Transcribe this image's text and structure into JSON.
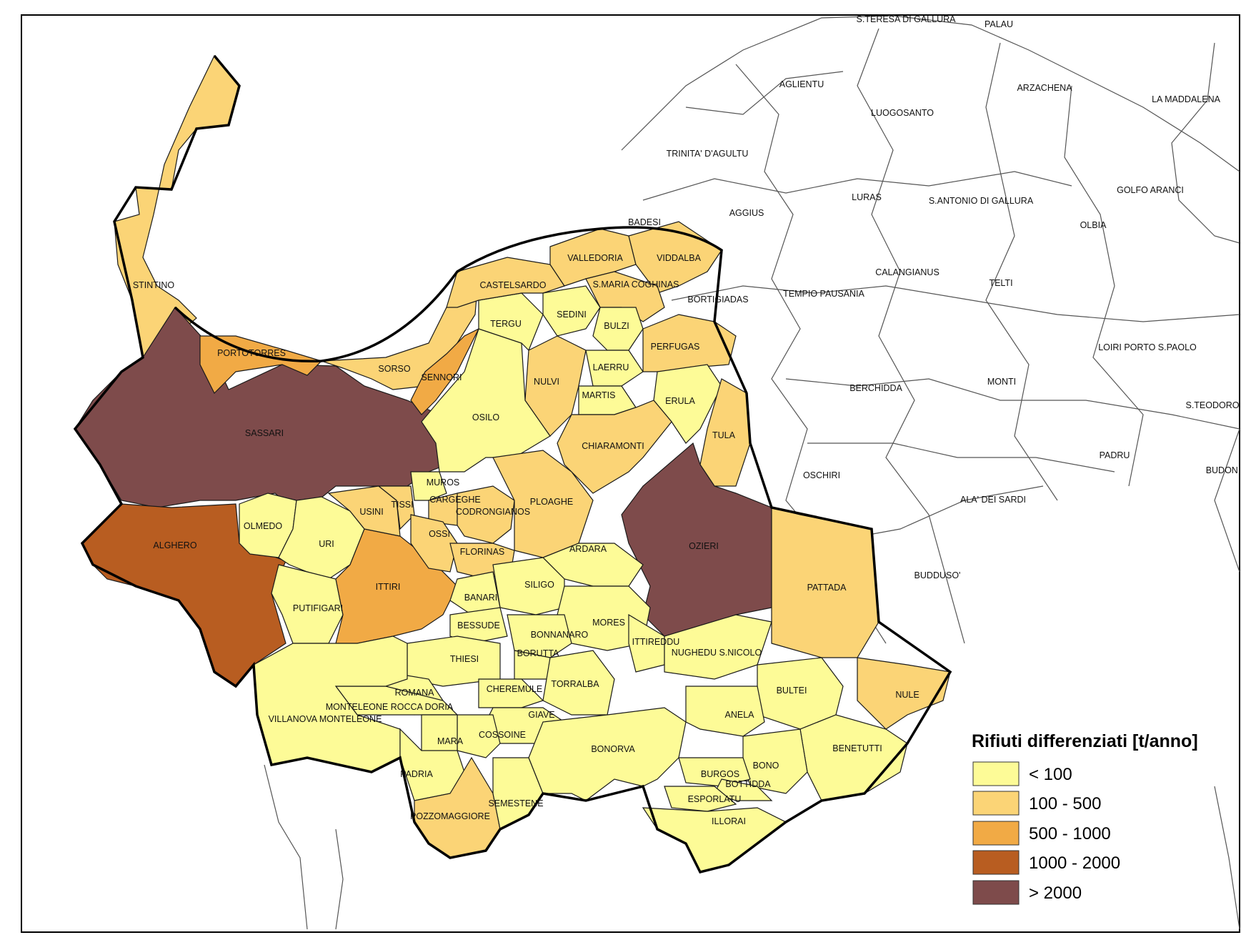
{
  "legend": {
    "title": "Rifiuti differenziati [t/anno]",
    "classes": [
      {
        "label": "< 100",
        "color": "#fdfb97"
      },
      {
        "label": "100 - 500",
        "color": "#fbd476"
      },
      {
        "label": "500 - 1000",
        "color": "#f1aa45"
      },
      {
        "label": "1000 - 2000",
        "color": "#b85d21"
      },
      {
        "label": "> 2000",
        "color": "#7e4b4b"
      }
    ]
  },
  "municipalities": [
    {
      "id": "stintino",
      "name": "STINTINO",
      "class": 1
    },
    {
      "id": "sassari",
      "name": "SASSARI",
      "class": 4
    },
    {
      "id": "portotorres",
      "name": "PORTOTORRES",
      "class": 2
    },
    {
      "id": "sorso",
      "name": "SORSO",
      "class": 1
    },
    {
      "id": "sennori",
      "name": "SENNORI",
      "class": 2
    },
    {
      "id": "alghero",
      "name": "ALGHERO",
      "class": 3
    },
    {
      "id": "olmedo",
      "name": "OLMEDO",
      "class": 0
    },
    {
      "id": "uri",
      "name": "URI",
      "class": 0
    },
    {
      "id": "putifigari",
      "name": "PUTIFIGARI",
      "class": 0
    },
    {
      "id": "ittiri",
      "name": "ITTIRI",
      "class": 2
    },
    {
      "id": "usini",
      "name": "USINI",
      "class": 1
    },
    {
      "id": "tissi",
      "name": "TISSI",
      "class": 1
    },
    {
      "id": "muros",
      "name": "MUROS",
      "class": 0
    },
    {
      "id": "cargeghe",
      "name": "CARGEGHE",
      "class": 1
    },
    {
      "id": "ossi",
      "name": "OSSI",
      "class": 1
    },
    {
      "id": "codrongianos",
      "name": "CODRONGIANOS",
      "class": 1
    },
    {
      "id": "florinas",
      "name": "FLORINAS",
      "class": 1
    },
    {
      "id": "osilo",
      "name": "OSILO",
      "class": 0
    },
    {
      "id": "tergu",
      "name": "TERGU",
      "class": 0
    },
    {
      "id": "castelsardo",
      "name": "CASTELSARDO",
      "class": 1
    },
    {
      "id": "valledoria",
      "name": "VALLEDORIA",
      "class": 1
    },
    {
      "id": "viddalba",
      "name": "VIDDALBA",
      "class": 1
    },
    {
      "id": "smaria",
      "name": "S.MARIA COGHINAS",
      "class": 1
    },
    {
      "id": "sedini",
      "name": "SEDINI",
      "class": 0
    },
    {
      "id": "bulzi",
      "name": "BULZI",
      "class": 0
    },
    {
      "id": "nulvi",
      "name": "NULVI",
      "class": 1
    },
    {
      "id": "laerru",
      "name": "LAERRU",
      "class": 0
    },
    {
      "id": "martis",
      "name": "MARTIS",
      "class": 0
    },
    {
      "id": "perfugas",
      "name": "PERFUGAS",
      "class": 1
    },
    {
      "id": "erula",
      "name": "ERULA",
      "class": 0
    },
    {
      "id": "chiaramonti",
      "name": "CHIARAMONTI",
      "class": 1
    },
    {
      "id": "tula",
      "name": "TULA",
      "class": 1
    },
    {
      "id": "ploaghe",
      "name": "PLOAGHE",
      "class": 1
    },
    {
      "id": "ozieri",
      "name": "OZIERI",
      "class": 4
    },
    {
      "id": "pattada",
      "name": "PATTADA",
      "class": 1
    },
    {
      "id": "ardara",
      "name": "ARDARA",
      "class": 0
    },
    {
      "id": "siligo",
      "name": "SILIGO",
      "class": 0
    },
    {
      "id": "banari",
      "name": "BANARI",
      "class": 0
    },
    {
      "id": "bessude",
      "name": "BESSUDE",
      "class": 0
    },
    {
      "id": "mores",
      "name": "MORES",
      "class": 0
    },
    {
      "id": "ittireddu",
      "name": "ITTIREDDU",
      "class": 0
    },
    {
      "id": "nughedu",
      "name": "NUGHEDU S.NICOLO",
      "class": 0
    },
    {
      "id": "bonnanaro",
      "name": "BONNANARO",
      "class": 0
    },
    {
      "id": "thiesi",
      "name": "THIESI",
      "class": 0
    },
    {
      "id": "borutta",
      "name": "BORUTTA",
      "class": 0
    },
    {
      "id": "cheremule",
      "name": "CHEREMULE",
      "class": 0
    },
    {
      "id": "torralba",
      "name": "TORRALBA",
      "class": 0
    },
    {
      "id": "romana",
      "name": "ROMANA",
      "class": 0
    },
    {
      "id": "monteleone",
      "name": "MONTELEONE ROCCA DORIA",
      "class": 0
    },
    {
      "id": "villanova",
      "name": "VILLANOVA MONTELEONE",
      "class": 0
    },
    {
      "id": "giave",
      "name": "GIAVE",
      "class": 0
    },
    {
      "id": "cossoine",
      "name": "COSSOINE",
      "class": 0
    },
    {
      "id": "mara",
      "name": "MARA",
      "class": 0
    },
    {
      "id": "padria",
      "name": "PADRIA",
      "class": 0
    },
    {
      "id": "pozzomaggiore",
      "name": "POZZOMAGGIORE",
      "class": 1
    },
    {
      "id": "semestene",
      "name": "SEMESTENE",
      "class": 0
    },
    {
      "id": "bonorva",
      "name": "BONORVA",
      "class": 0
    },
    {
      "id": "bultei",
      "name": "BULTEI",
      "class": 0
    },
    {
      "id": "nule",
      "name": "NULE",
      "class": 1
    },
    {
      "id": "anela",
      "name": "ANELA",
      "class": 0
    },
    {
      "id": "benetutti",
      "name": "BENETUTTI",
      "class": 0
    },
    {
      "id": "bono",
      "name": "BONO",
      "class": 0
    },
    {
      "id": "burgos",
      "name": "BURGOS",
      "class": 0
    },
    {
      "id": "bottidda",
      "name": "BOTTIDDA",
      "class": 0
    },
    {
      "id": "esporlatu",
      "name": "ESPORLATU",
      "class": 0
    },
    {
      "id": "illorai",
      "name": "ILLORAI",
      "class": 0
    }
  ],
  "outside_labels": {
    "steresa": "S.TERESA DI GALLURA",
    "palau": "PALAU",
    "aglientu": "AGLIENTU",
    "arzachena": "ARZACHENA",
    "lamaddalena": "LA MADDALENA",
    "luogosanto": "LUOGOSANTO",
    "trinita": "TRINITA' D'AGULTU",
    "golfoaranci": "GOLFO ARANCI",
    "luras": "LURAS",
    "santantonio": "S.ANTONIO DI GALLURA",
    "aggius": "AGGIUS",
    "badesi": "BADESI",
    "olbia": "OLBIA",
    "calangianus": "CALANGIANUS",
    "telti": "TELTI",
    "bortigiadas": "BORTIGIADAS",
    "tempio": "TEMPIO PAUSANIA",
    "loiri": "LOIRI PORTO S.PAOLO",
    "berchidda": "BERCHIDDA",
    "monti": "MONTI",
    "steodoro": "S.TEODORO",
    "padru": "PADRU",
    "budoni": "BUDONI",
    "oschiri": "OSCHIRI",
    "alaedeisardi": "ALA' DEI SARDI",
    "budduso": "BUDDUSO'"
  }
}
